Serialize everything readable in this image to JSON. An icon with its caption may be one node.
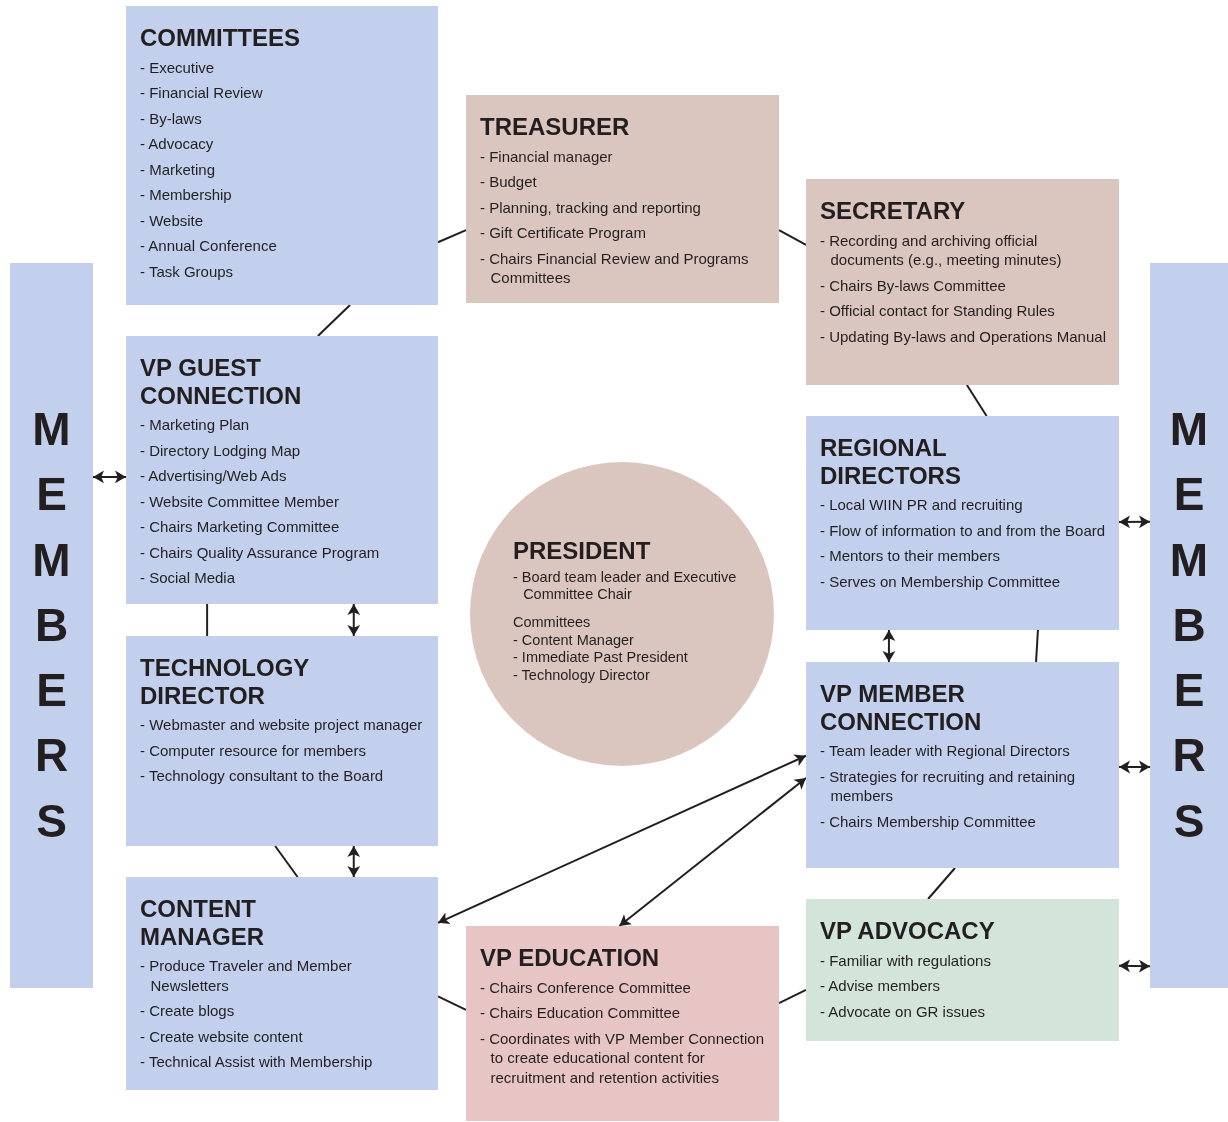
{
  "diagram": {
    "nodes": [
      {
        "text": [
          "MEMBERS"
        ]
      },
      {
        "text": [
          "COMMITTEES",
          "- Executive",
          "- Financial Review",
          "- By-laws",
          "- Advocacy",
          "- Marketing",
          "- Membership",
          "- Website",
          "- Annual Conference",
          "- Task Groups"
        ]
      },
      {
        "text": [
          "TREASURER",
          "- Financial manager",
          "- Budget",
          "- Planning, tracking and reporting",
          "- Gift Certificate Program",
          "- Chairs Financial Review and Programs Committees"
        ]
      },
      {
        "text": [
          "SECRETARY",
          "- Recording and archiving official documents (e.g., meeting minutes)",
          "- Chairs By-laws Committee",
          "- Official contact for Standing Rules",
          "- Updating By-laws and Operations Manual"
        ]
      },
      {
        "text": [
          "VP GUEST CONNECTION",
          "- Marketing Plan",
          "- Directory Lodging Map",
          "- Advertising/Web Ads",
          "- Website Committee Member",
          "- Chairs Marketing Committee",
          "- Chairs Quality Assurance Program",
          "- Social Media"
        ]
      },
      {
        "text": [
          "PRESIDENT",
          "- Board team leader and Executive Committee Chair",
          "Committees",
          "- Content Manager",
          "- Immediate Past President",
          "- Technology Director"
        ]
      },
      {
        "text": [
          "REGIONAL DIRECTORS",
          "- Local WIIN PR and recruiting",
          "- Flow of information to and from the Board",
          "- Mentors to their members",
          "- Serves on Membership Committee"
        ]
      },
      {
        "text": [
          "TECHNOLOGY DIRECTOR",
          "- Webmaster and website project manager",
          "- Computer resource for members",
          "- Technology consultant to the Board"
        ]
      },
      {
        "text": [
          "VP MEMBER CONNECTION",
          "- Team leader with Regional Directors",
          "- Strategies for recruiting and retaining members",
          "- Chairs Membership Committee"
        ]
      },
      {
        "text": [
          "CONTENT MANAGER",
          "- Produce Traveler and Member Newsletters",
          "- Create blogs",
          "- Create website content",
          "- Technical Assist with Membership"
        ]
      },
      {
        "text": [
          "VP EDUCATION",
          "- Chairs Conference Committee",
          "- Chairs Education Committee",
          "- Coordinates with VP Member Connection to create educational content for recruitment and retention activities"
        ]
      },
      {
        "text": [
          "VP ADVOCACY",
          "- Familiar with regulations",
          "- Advise members",
          "- Advocate on GR issues"
        ]
      },
      {
        "text": [
          "MEMBERS"
        ]
      }
    ],
    "edges": [
      {
        "from": 1,
        "to": 2,
        "arrow": "none"
      },
      {
        "from": 2,
        "to": 3,
        "arrow": "none"
      },
      {
        "from": 3,
        "to": 6,
        "arrow": "none"
      },
      {
        "from": 6,
        "to": 8,
        "arrow": "none"
      },
      {
        "from": 8,
        "to": 11,
        "arrow": "none"
      },
      {
        "from": 11,
        "to": 10,
        "arrow": "none"
      },
      {
        "from": 10,
        "to": 9,
        "arrow": "none"
      },
      {
        "from": 9,
        "to": 7,
        "arrow": "none"
      },
      {
        "from": 7,
        "to": 4,
        "arrow": "none"
      },
      {
        "from": 4,
        "to": 1,
        "arrow": "none"
      },
      {
        "from": 0,
        "to": 4,
        "arrow": "both"
      },
      {
        "from": 4,
        "to": 7,
        "arrow": "both"
      },
      {
        "from": 7,
        "to": 9,
        "arrow": "both"
      },
      {
        "from": 6,
        "to": 12,
        "arrow": "both"
      },
      {
        "from": 6,
        "to": 8,
        "arrow": "both"
      },
      {
        "from": 8,
        "to": 12,
        "arrow": "both"
      },
      {
        "from": 11,
        "to": 12,
        "arrow": "both"
      },
      {
        "from": 8,
        "to": 9,
        "arrow": "both"
      },
      {
        "from": 8,
        "to": 10,
        "arrow": "both"
      }
    ]
  }
}
